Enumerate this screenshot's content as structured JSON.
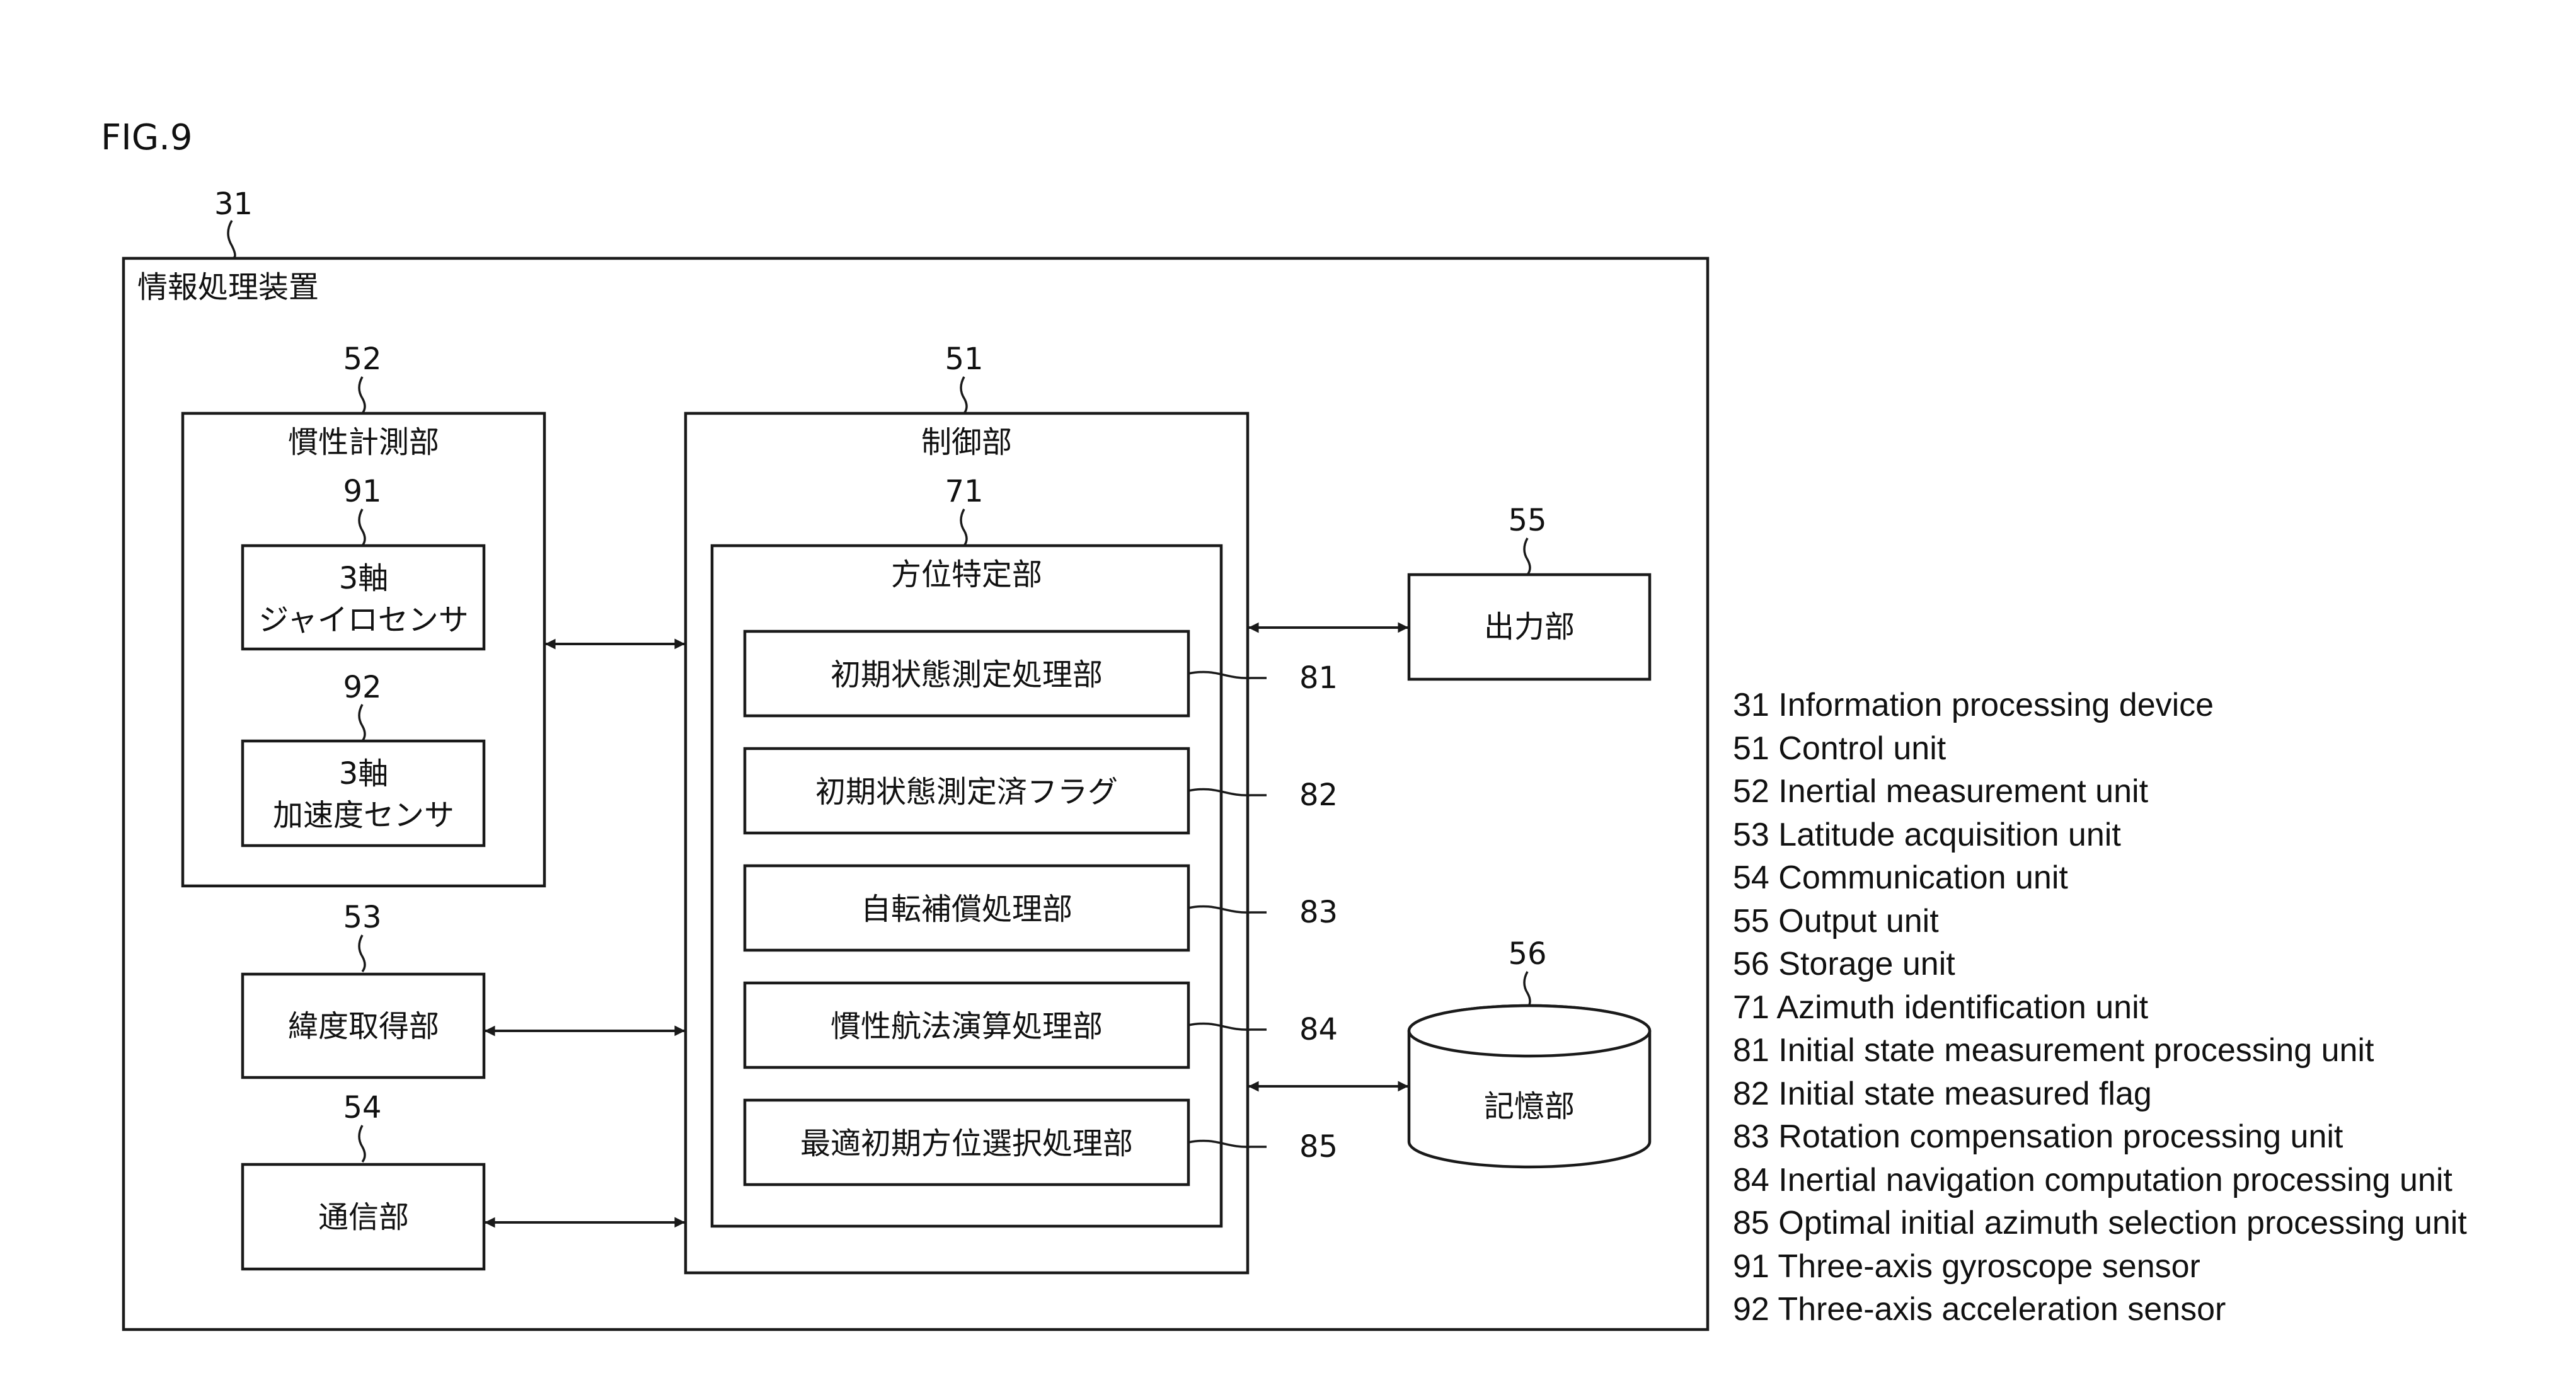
{
  "figure": {
    "label": "FIG.9"
  },
  "device": {
    "ref": "31",
    "title": "情報処理装置"
  },
  "inertial_unit": {
    "ref": "52",
    "title": "慣性計測部",
    "gyro": {
      "ref": "91",
      "line1": "3軸",
      "line2": "ジャイロセンサ"
    },
    "accel": {
      "ref": "92",
      "line1": "3軸",
      "line2": "加速度センサ"
    }
  },
  "latitude_unit": {
    "ref": "53",
    "title": "緯度取得部"
  },
  "comm_unit": {
    "ref": "54",
    "title": "通信部"
  },
  "control_unit": {
    "ref": "51",
    "title": "制御部",
    "azimuth_unit": {
      "ref": "71",
      "title": "方位特定部",
      "items": [
        {
          "ref": "81",
          "label": "初期状態測定処理部"
        },
        {
          "ref": "82",
          "label": "初期状態測定済フラグ"
        },
        {
          "ref": "83",
          "label": "自転補償処理部"
        },
        {
          "ref": "84",
          "label": "慣性航法演算処理部"
        },
        {
          "ref": "85",
          "label": "最適初期方位選択処理部"
        }
      ]
    }
  },
  "output_unit": {
    "ref": "55",
    "title": "出力部"
  },
  "storage_unit": {
    "ref": "56",
    "title": "記憶部"
  },
  "legend": [
    "31 Information processing device",
    "51 Control unit",
    "52 Inertial measurement unit",
    "53 Latitude acquisition unit",
    "54 Communication unit",
    "55 Output unit",
    "56 Storage unit",
    "71 Azimuth identification unit",
    "81 Initial state measurement processing unit",
    "82 Initial state measured flag",
    "83 Rotation compensation processing unit",
    "84 Inertial navigation computation processing unit",
    "85 Optimal initial azimuth selection processing unit",
    "91 Three-axis gyroscope sensor",
    "92 Three-axis acceleration sensor"
  ]
}
